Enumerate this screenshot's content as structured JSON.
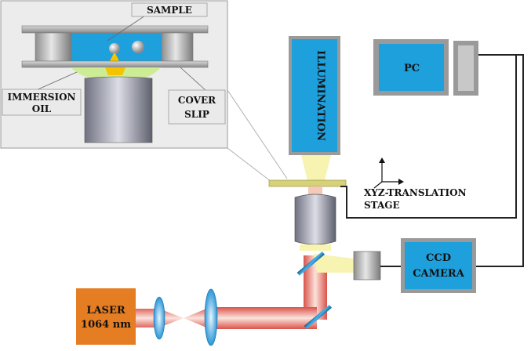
{
  "inset": {
    "sample_label": "SAMPLE",
    "immersion_oil_line1": "IMMERSION",
    "immersion_oil_line2": "OIL",
    "cover_slip_line1": "COVER",
    "cover_slip_line2": "SLIP"
  },
  "illumination_label": "ILLUMINATION",
  "pc_label": "PC",
  "stage_label_line1": "XYZ-TRANSLATION",
  "stage_label_line2": "STAGE",
  "camera_label_line1": "CCD",
  "camera_label_line2": "CAMERA",
  "laser_label_line1": "LASER",
  "laser_label_line2": "1064 nm",
  "colors": {
    "blue_box": "#1ea0dc",
    "laser_orange": "#e57d22",
    "beam_red": "#e06a5a",
    "light_yellow": "#f7f3b0",
    "inset_bg": "#ececec"
  }
}
